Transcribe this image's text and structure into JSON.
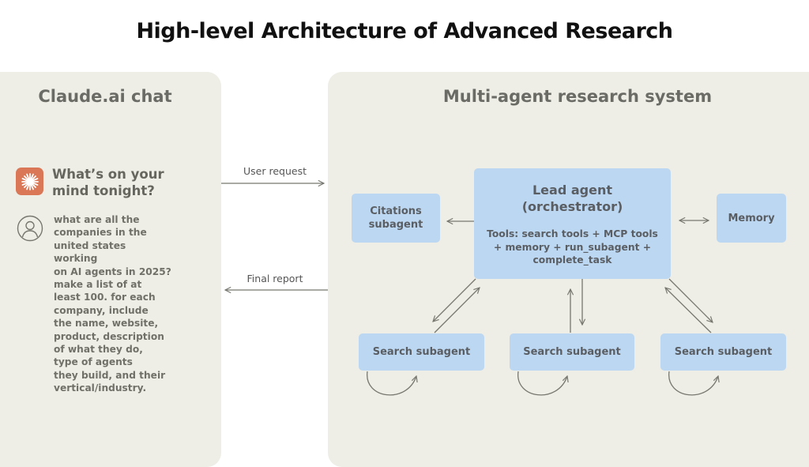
{
  "title": "High-level Architecture of Advanced Research",
  "left_panel": {
    "title": "Claude.ai chat",
    "prompt_heading": "What’s on your\nmind tonight?",
    "user_message": "what are all the\ncompanies in the\nunited states working\non AI agents in 2025?\nmake a list of at\nleast 100. for each\ncompany, include\nthe name, website,\nproduct, description\nof what they do,\ntype of agents\nthey build, and their\nvertical/industry.",
    "logo_icon": "claude-starburst-icon",
    "user_icon": "user-avatar-icon"
  },
  "flows": {
    "user_request": "User request",
    "final_report": "Final report"
  },
  "right_panel": {
    "title": "Multi-agent research system",
    "lead_agent": {
      "title": "Lead agent\n(orchestrator)",
      "tools": "Tools: search tools + MCP tools\n+ memory + run_subagent +\ncomplete_task"
    },
    "citations": "Citations\nsubagent",
    "memory": "Memory",
    "search_subagents": [
      "Search subagent",
      "Search subagent",
      "Search subagent"
    ]
  },
  "colors": {
    "box": "#bcd7f1",
    "panel": "#eeede6",
    "logo": "#d97757",
    "arrow": "#77776f"
  }
}
